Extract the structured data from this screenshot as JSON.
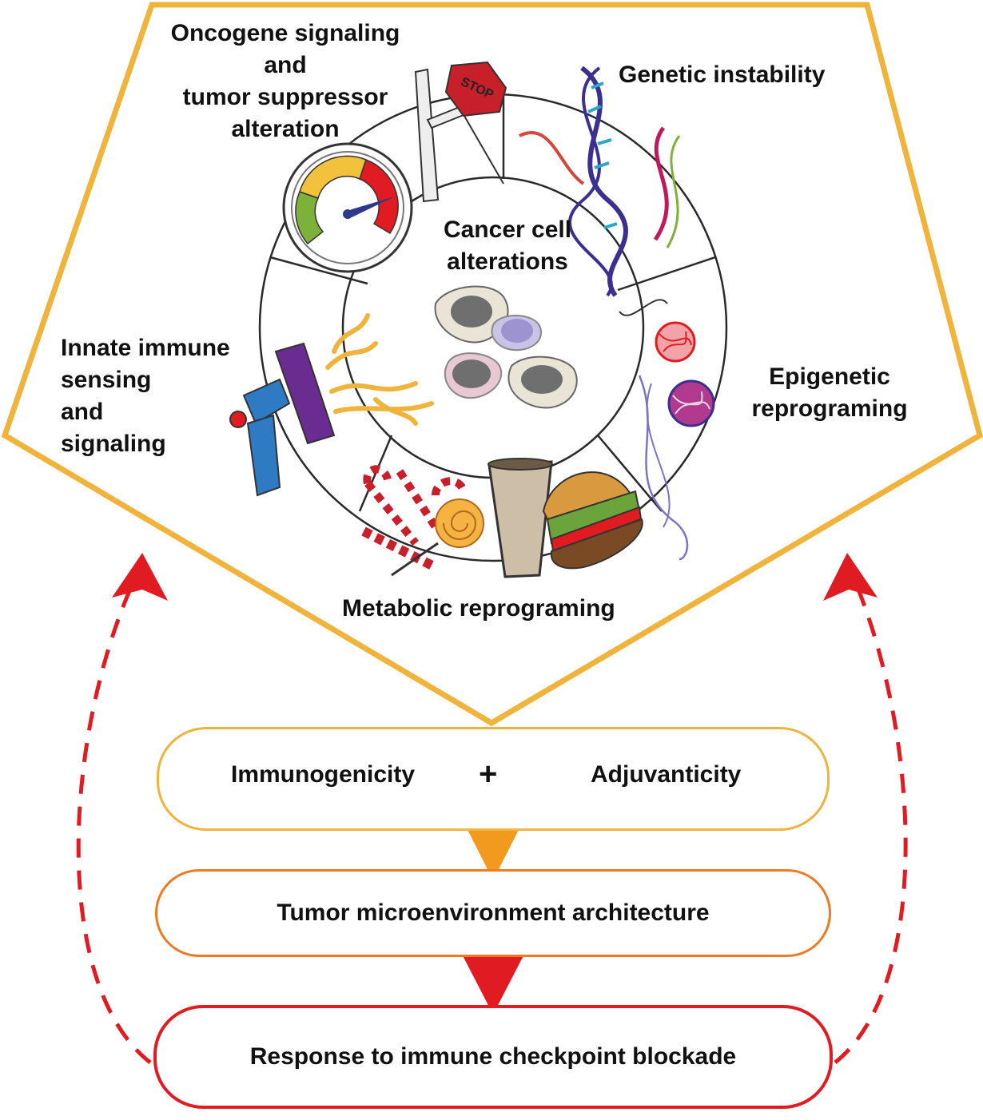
{
  "center": {
    "line1": "Cancer cell",
    "line2": "alterations"
  },
  "segments": {
    "oncogene": {
      "line1": "Oncogene signaling",
      "line2": "and",
      "line3": "tumor suppressor",
      "line4": "alteration"
    },
    "genetic": {
      "line1": "Genetic instability"
    },
    "epigenetic": {
      "line1": "Epigenetic",
      "line2": "reprograming"
    },
    "metabolic": {
      "line1": "Metabolic reprograming"
    },
    "innate": {
      "line1": "Innate immune",
      "line2": "sensing",
      "line3": "and",
      "line4": "signaling"
    }
  },
  "stop_sign": {
    "text": "STOP"
  },
  "flow": {
    "box1": {
      "left": "Immunogenicity",
      "plus": "+",
      "right": "Adjuvanticity"
    },
    "box2": {
      "text": "Tumor microenvironment architecture"
    },
    "box3": {
      "text": "Response to immune checkpoint blockade"
    }
  },
  "colors": {
    "pentagon": "#F0B43C",
    "box1_border": "#F0B43C",
    "box2_border": "#EE7A22",
    "box3_border": "#E11B22",
    "arrow1": "#F29A1E",
    "arrow2": "#E11B22",
    "feedback": "#E11B22"
  },
  "icons": [
    "gauge-icon",
    "stop-sign-icon",
    "dna-helix-icon",
    "yarn-ball-icon",
    "candy-icon",
    "cup-icon",
    "burger-icon",
    "megaphone-icon",
    "cancer-cells-icon"
  ]
}
